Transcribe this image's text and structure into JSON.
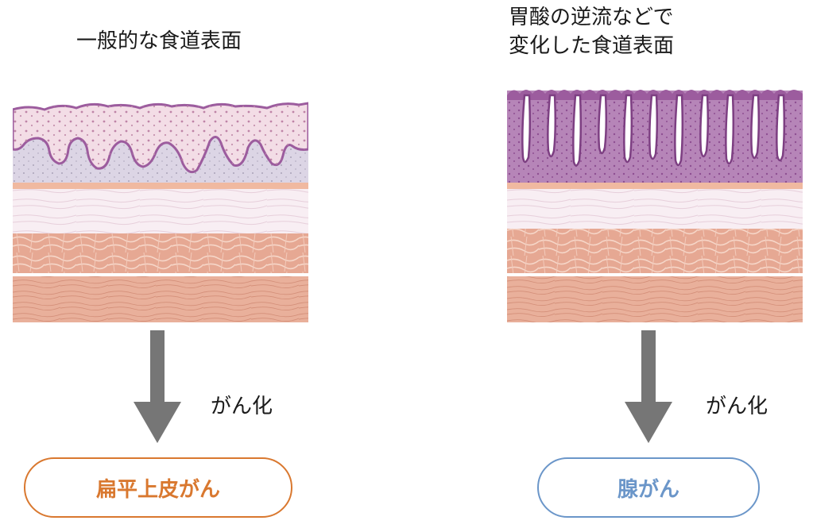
{
  "left": {
    "title": "一般的な食道表面",
    "arrow_label": "がん化",
    "result": "扁平上皮がん"
  },
  "right": {
    "title_lines": [
      "胃酸の逆流などで",
      "変化した食道表面"
    ],
    "arrow_label": "がん化",
    "result": "腺がん"
  },
  "colors": {
    "squamous_result": "#d9782f",
    "adeno_result": "#6b96c9",
    "epithelium_pink": "#f3dde6",
    "epithelium_purple": "#9c5c9e",
    "submucosa": "#f8eef3",
    "muscle": "#e8ab96",
    "arrow": "#767676"
  },
  "icons": {
    "arrow": "down-arrow-icon"
  }
}
